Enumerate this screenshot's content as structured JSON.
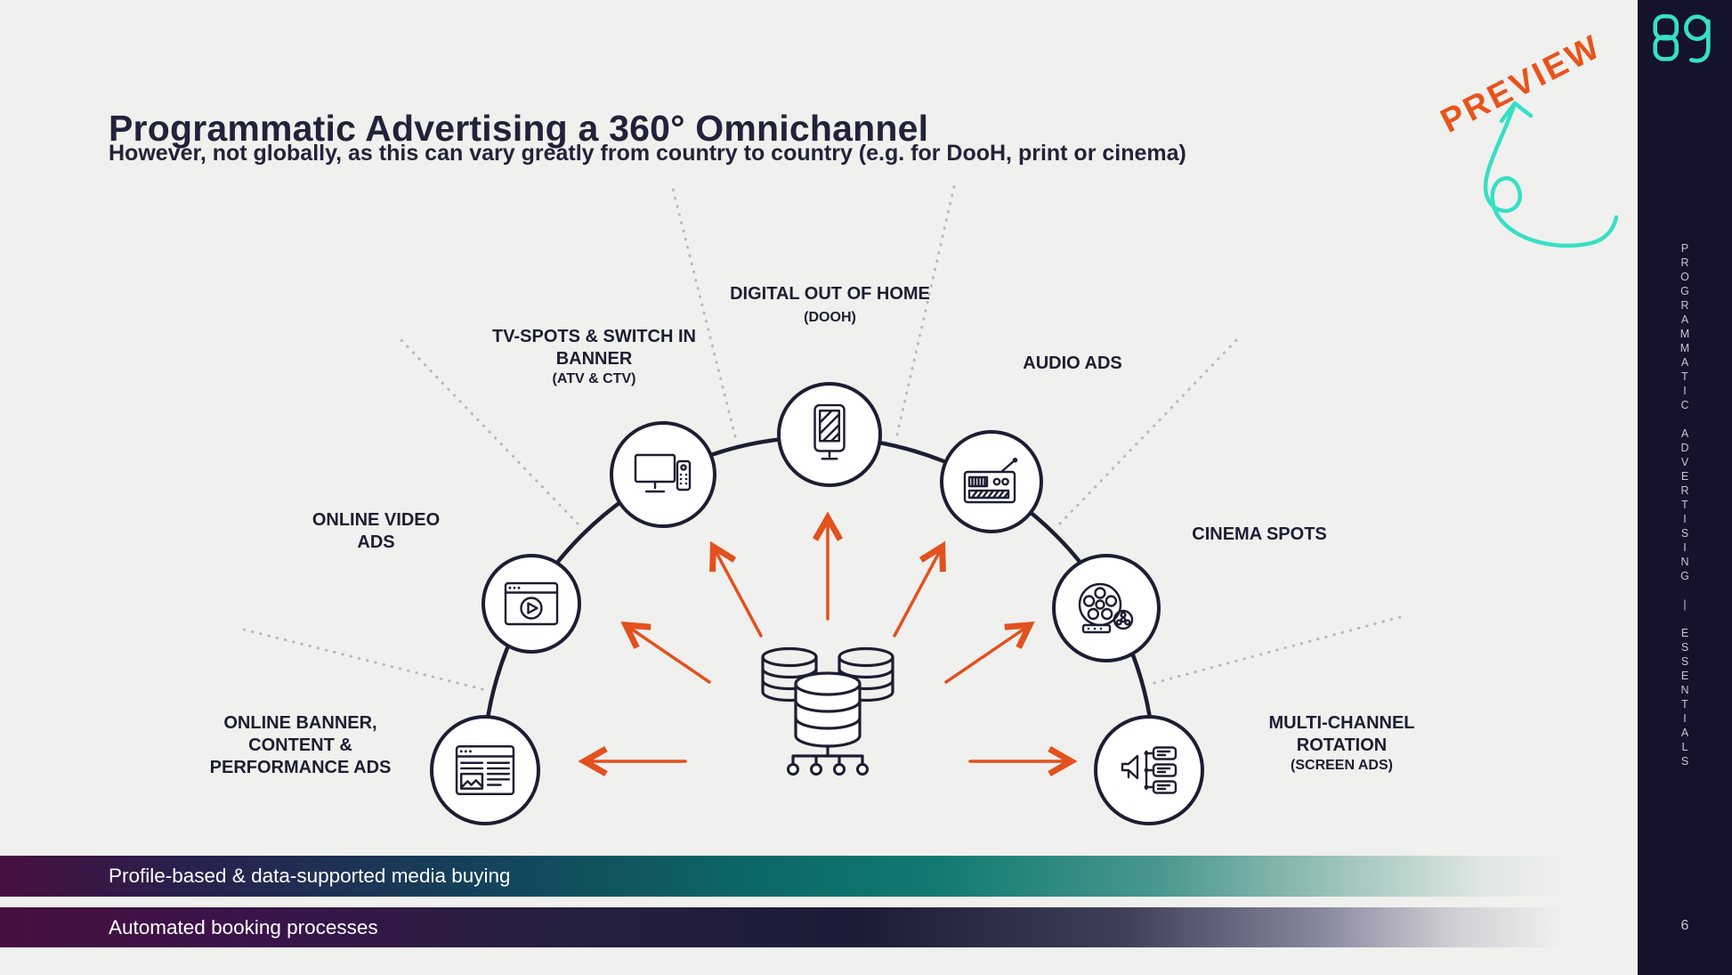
{
  "colors": {
    "background": "#f0f0ee",
    "navy_text": "#1d1d33",
    "sidebar_bg": "#14132b",
    "accent_orange": "#e8531c",
    "accent_teal": "#35e0c6"
  },
  "header": {
    "title": "Programmatic Advertising a 360° Omnichannel",
    "subtitle": "However, not globally, as this can vary greatly from country to country (e.g. for DooH, print or cinema)"
  },
  "preview": {
    "label": "PREVIEW"
  },
  "sidebar": {
    "vertical_text": "PROGRAMMATIC ADVERTISING | ESSENTIALS",
    "page_number": "6",
    "logo_icon": "logo-icon"
  },
  "diagram": {
    "center_icon": "database-network-icon",
    "nodes": [
      {
        "id": "online-banner",
        "label": "ONLINE BANNER, CONTENT & PERFORMANCE ADS",
        "sub": "",
        "icon": "browser-banner-icon"
      },
      {
        "id": "online-video",
        "label": "ONLINE VIDEO ADS",
        "sub": "",
        "icon": "video-player-icon"
      },
      {
        "id": "tv-spots",
        "label": "TV-SPOTS & SWITCH IN BANNER",
        "sub": "(ATV & CTV)",
        "icon": "tv-remote-icon"
      },
      {
        "id": "dooh",
        "label": "DIGITAL OUT OF HOME",
        "sub": "(DOOH)",
        "icon": "digital-signage-icon"
      },
      {
        "id": "audio",
        "label": "AUDIO ADS",
        "sub": "",
        "icon": "radio-icon"
      },
      {
        "id": "cinema",
        "label": "CINEMA SPOTS",
        "sub": "",
        "icon": "film-reel-icon"
      },
      {
        "id": "multi-channel",
        "label": "MULTI-CHANNEL ROTATION",
        "sub": "(SCREEN ADS)",
        "icon": "megaphone-playlist-icon"
      }
    ]
  },
  "bottom_bars": [
    {
      "label": "Profile-based & data-supported media buying"
    },
    {
      "label": "Automated booking processes"
    }
  ]
}
